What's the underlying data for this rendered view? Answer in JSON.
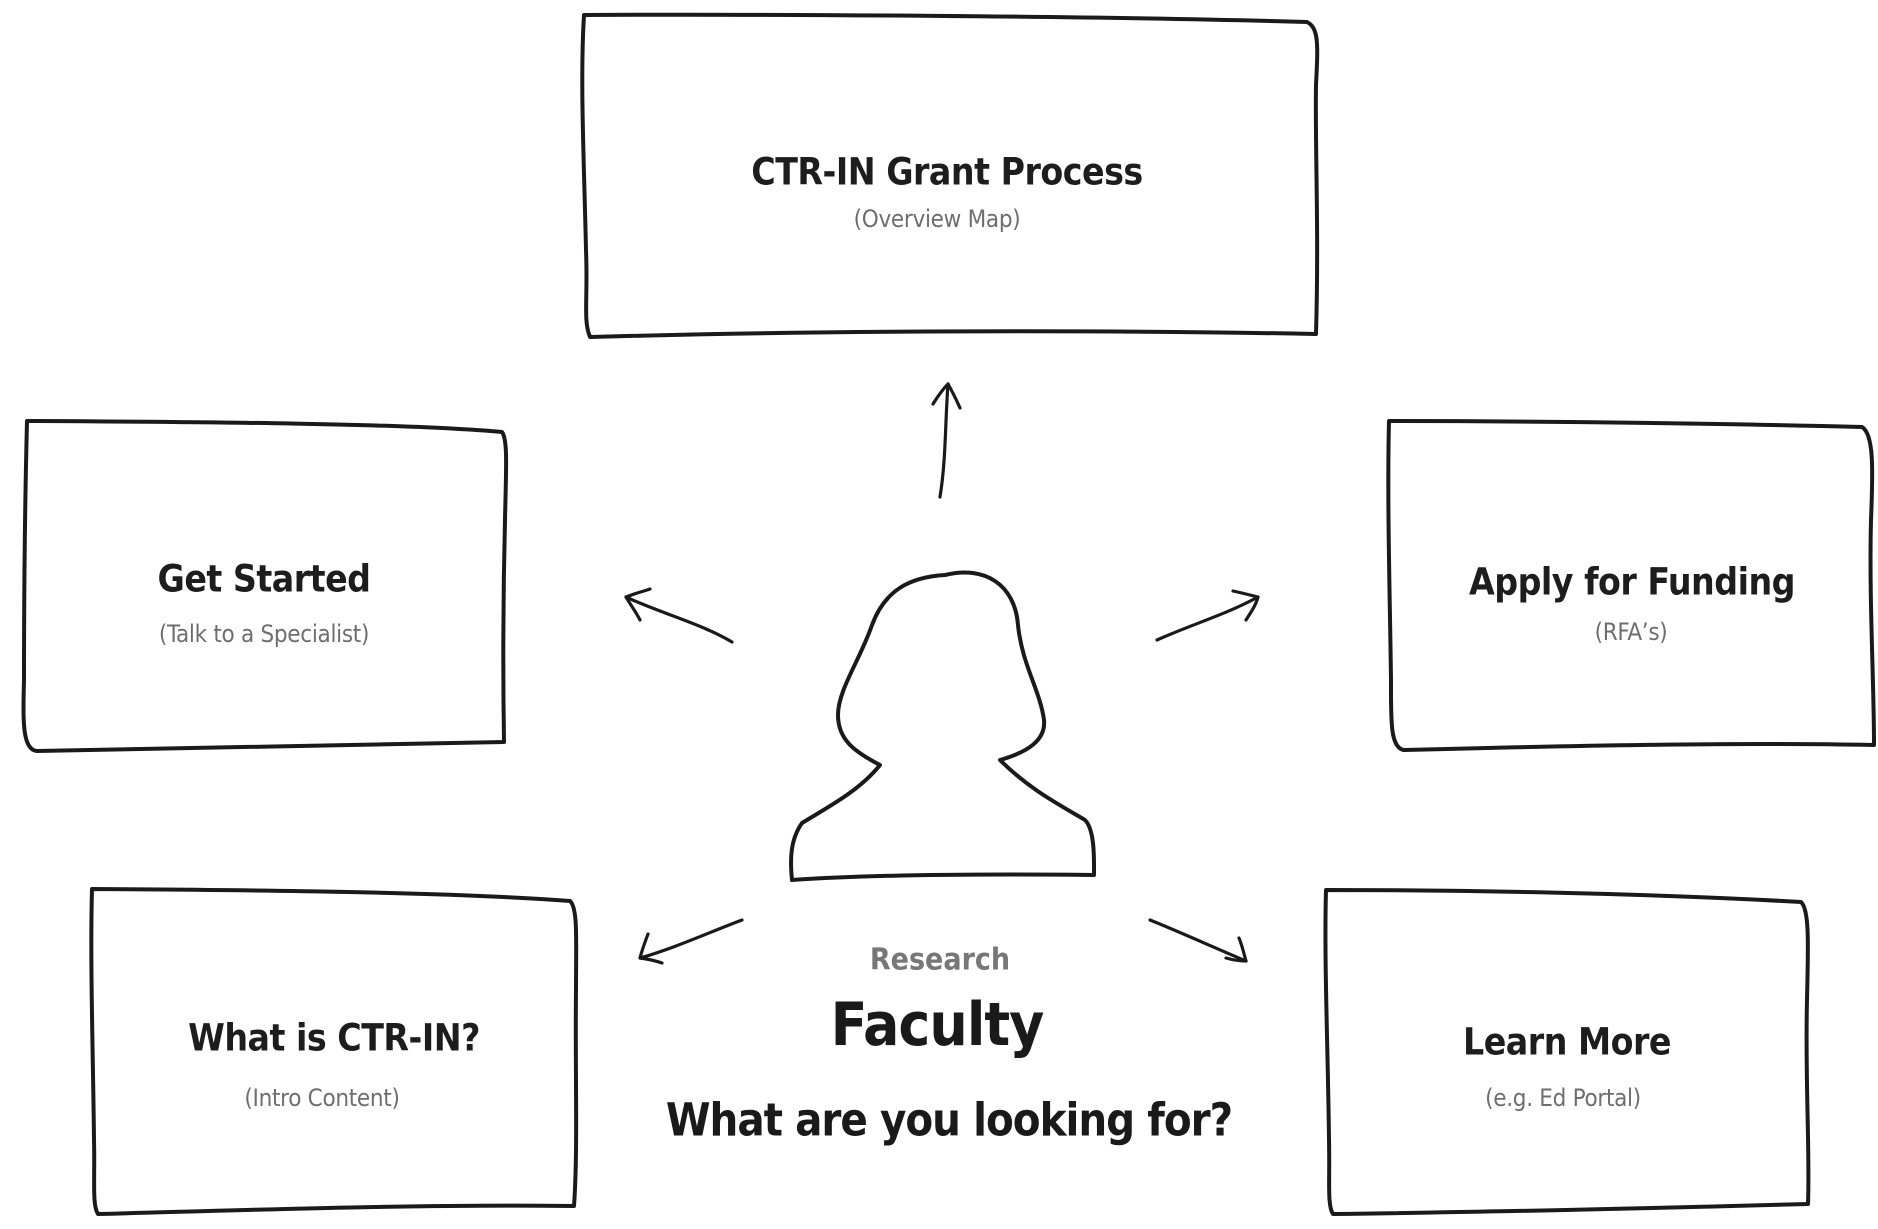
{
  "center": {
    "eyebrow": "Research",
    "persona": "Faculty",
    "question": "What are you looking for?"
  },
  "boxes": {
    "grant_process": {
      "title": "CTR-IN Grant Process",
      "subtitle": "(Overview Map)"
    },
    "get_started": {
      "title": "Get Started",
      "subtitle": "(Talk to a Specialist)"
    },
    "apply_funding": {
      "title": "Apply for Funding",
      "subtitle": "(RFA’s)"
    },
    "what_is": {
      "title": "What is CTR-IN?",
      "subtitle": "(Intro Content)"
    },
    "learn_more": {
      "title": "Learn More",
      "subtitle": "(e.g. Ed Portal)"
    }
  },
  "icons": {
    "persona": "person-silhouette-icon",
    "arrows": "arrow-icon"
  },
  "colors": {
    "ink": "#1a1a1a",
    "subtitle": "#6e6e6e",
    "eyebrow": "#777777",
    "background": "#ffffff"
  }
}
